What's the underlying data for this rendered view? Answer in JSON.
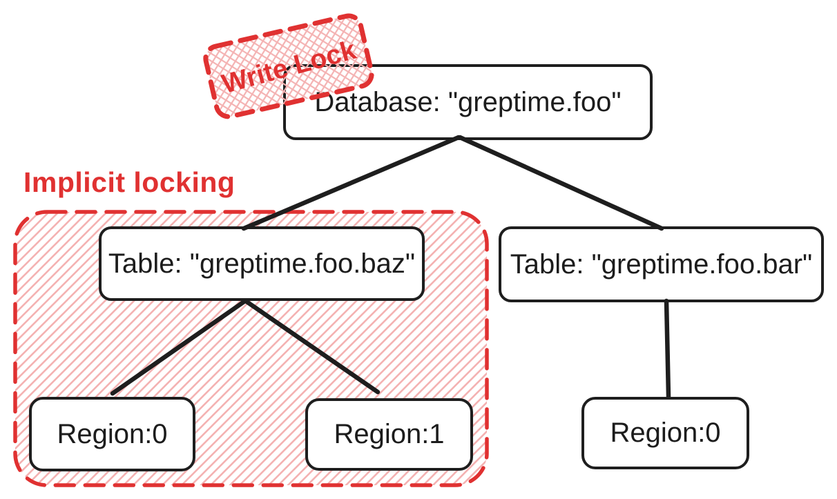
{
  "diagram": {
    "labels": {
      "write_lock": "Write Lock",
      "implicit_locking": "Implicit locking"
    },
    "nodes": {
      "database": "Database: \"greptime.foo\"",
      "table_baz": "Table: \"greptime.foo.baz\"",
      "table_bar": "Table: \"greptime.foo.bar\"",
      "region_baz_0": "Region:0",
      "region_baz_1": "Region:1",
      "region_bar_0": "Region:0"
    },
    "edges": [
      {
        "from": "database",
        "to": "table_baz"
      },
      {
        "from": "database",
        "to": "table_bar"
      },
      {
        "from": "table_baz",
        "to": "region_baz_0"
      },
      {
        "from": "table_baz",
        "to": "region_baz_1"
      },
      {
        "from": "table_bar",
        "to": "region_bar_0"
      }
    ],
    "colors": {
      "red": "#e03131",
      "pink_hatch": "#f4b2b2",
      "line_black": "#1e1e1e",
      "background": "#ffffff"
    }
  }
}
